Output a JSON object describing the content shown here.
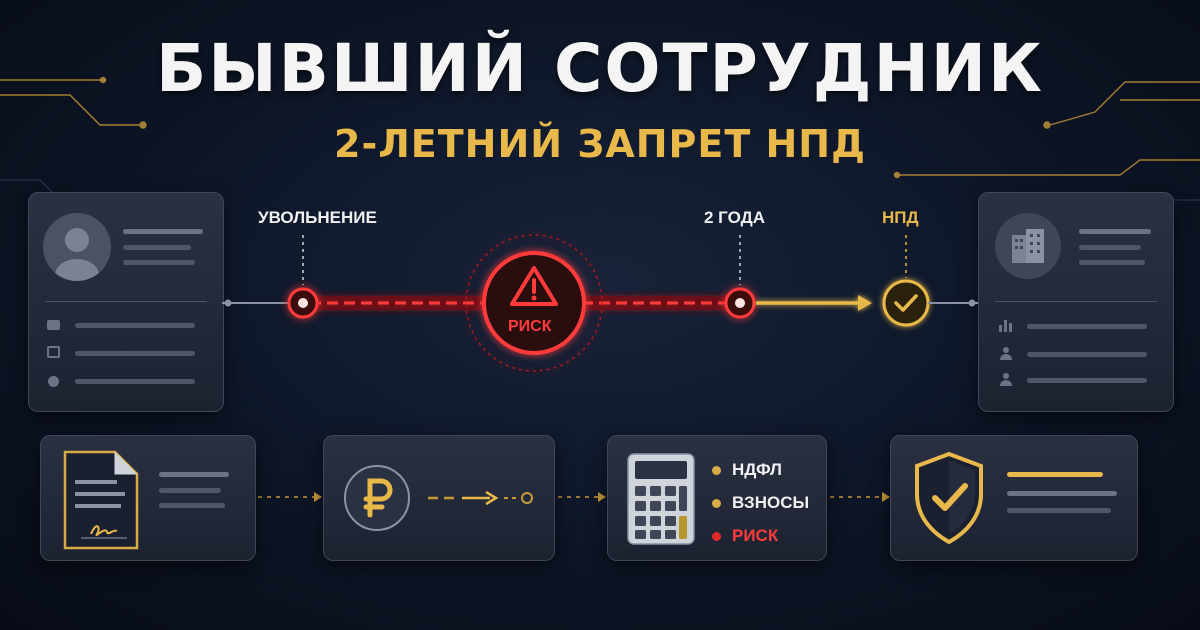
{
  "header": {
    "title": "БЫВШИЙ СОТРУДНИК",
    "subtitle": "2-ЛЕТНИЙ ЗАПРЕТ НПД"
  },
  "timeline": {
    "start_label": "УВОЛЬНЕНИЕ",
    "two_years_label": "2 ГОДА",
    "npd_label": "НПД",
    "risk_label": "РИСК"
  },
  "tax_card": {
    "items": [
      {
        "label": "НДФЛ",
        "color": "#d7ab45"
      },
      {
        "label": "ВЗНОСЫ",
        "color": "#d7ab45"
      },
      {
        "label": "РИСК",
        "color": "#e02a2a"
      }
    ]
  },
  "colors": {
    "accent_gold": "#e8b84a",
    "risk_red": "#ff2a2a",
    "card_bg": "#232a38",
    "background": "#0d1526"
  },
  "icons": {
    "person": "user-avatar-icon",
    "briefcase": "briefcase-icon",
    "calendar": "calendar-icon",
    "warning": "warning-triangle-icon",
    "check": "check-circle-icon",
    "building": "building-icon",
    "chart": "bar-chart-icon",
    "document": "signed-document-icon",
    "ruble": "ruble-coin-icon",
    "calculator": "calculator-icon",
    "shield": "shield-check-icon"
  }
}
